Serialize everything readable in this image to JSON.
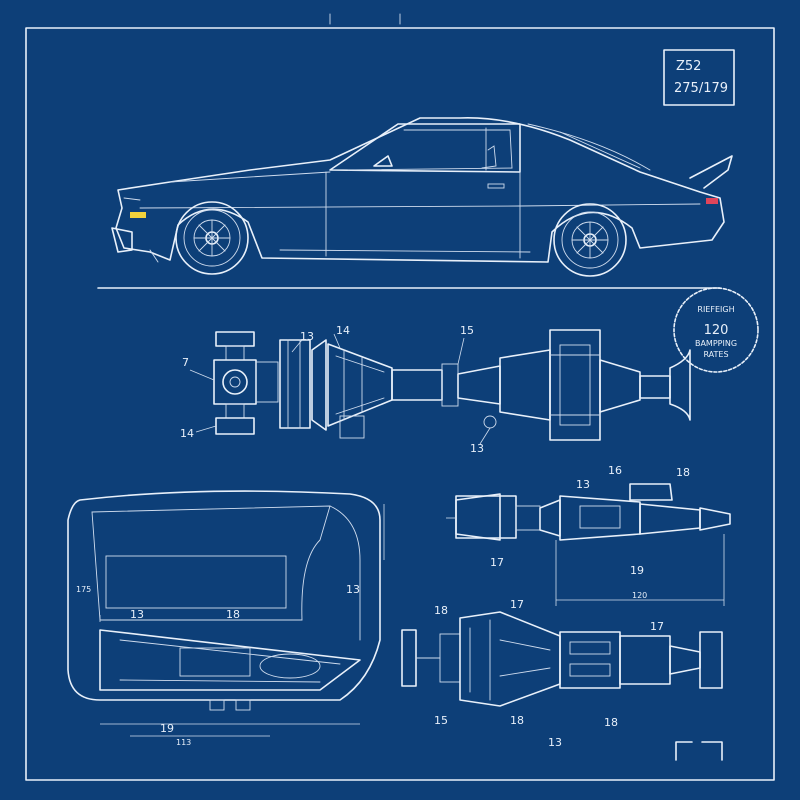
{
  "title_block": {
    "line1": "Z52",
    "line2": "275/179"
  },
  "stamp": {
    "top": "RIEFEIGH",
    "number": "120",
    "line3": "BAMPPING",
    "line4": "RATES"
  },
  "callouts": {
    "front_assembly": {
      "left_top": "7",
      "left_bottom": "14",
      "top_a": "14",
      "top_b": "13",
      "top_c": "15",
      "bottom": "13"
    },
    "right_assembly": {
      "a": "13",
      "b": "16",
      "c": "18",
      "d": "17",
      "e": "19",
      "dim_label": "120"
    },
    "lower_assembly": {
      "a": "18",
      "b": "17",
      "c": "17",
      "d": "15",
      "e": "18",
      "f": "18",
      "g": "13"
    },
    "chassis": {
      "a": "13",
      "b": "18",
      "c": "19",
      "d": "13",
      "e": "113",
      "f": "175"
    }
  },
  "colors": {
    "background": "#0d3f78",
    "line": "#e8f0fa",
    "turn_signal": "#f2d23c",
    "tail_light": "#e0455a"
  }
}
